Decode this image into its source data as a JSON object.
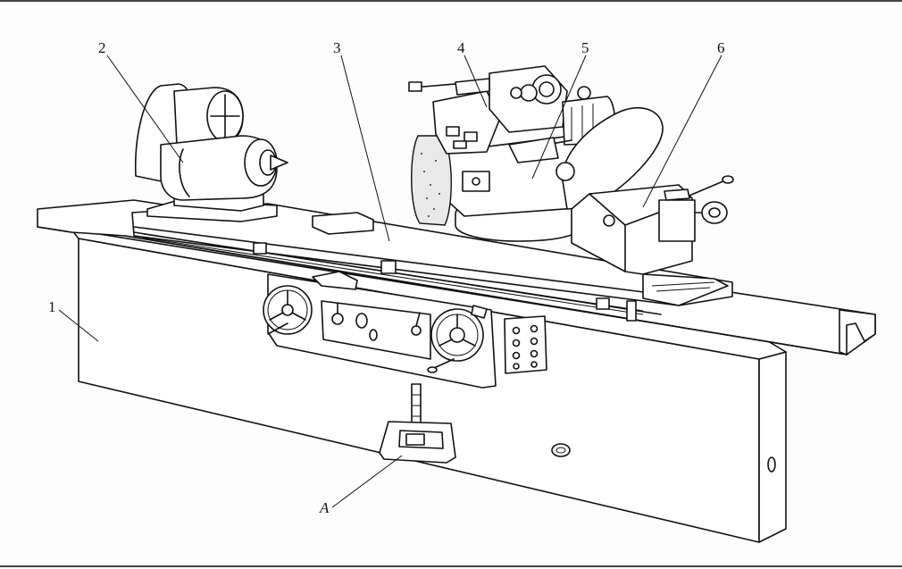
{
  "labels": {
    "l1": "1",
    "l2": "2",
    "l3": "3",
    "l4": "4",
    "l5": "5",
    "l6": "6",
    "lA": "A"
  }
}
